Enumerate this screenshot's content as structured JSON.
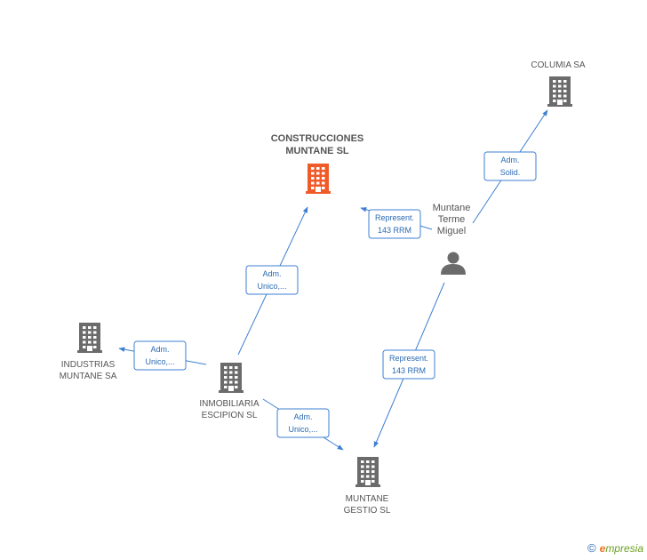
{
  "colors": {
    "edge": "#3d7fd1",
    "edge_label_border": "#3d7fd1",
    "edge_label_text": "#2a6ab3",
    "company_icon": "#6b6b6b",
    "main_company_icon": "#f05a28",
    "person_icon": "#6b6b6b",
    "node_label": "#555555"
  },
  "nodes": [
    {
      "id": "construcciones",
      "kind": "company-main",
      "icon": "building-icon",
      "label_lines": [
        "CONSTRUCCIONES",
        "MUNTANE SL"
      ]
    },
    {
      "id": "columia",
      "kind": "company",
      "icon": "building-icon",
      "label_lines": [
        "COLUMIA SA"
      ]
    },
    {
      "id": "muntane-person",
      "kind": "person",
      "icon": "person-icon",
      "label_lines": [
        "Muntane",
        "Terme",
        "Miguel"
      ]
    },
    {
      "id": "industrias",
      "kind": "company",
      "icon": "building-icon",
      "label_lines": [
        "INDUSTRIAS",
        "MUNTANE SA"
      ]
    },
    {
      "id": "inmobiliaria",
      "kind": "company",
      "icon": "building-icon",
      "label_lines": [
        "INMOBILIARIA",
        "ESCIPION SL"
      ]
    },
    {
      "id": "gestio",
      "kind": "company",
      "icon": "building-icon",
      "label_lines": [
        "MUNTANE",
        "GESTIO SL"
      ]
    }
  ],
  "edges": [
    {
      "from": "inmobiliaria",
      "to": "construcciones",
      "label_lines": [
        "Adm.",
        "Unico,..."
      ]
    },
    {
      "from": "inmobiliaria",
      "to": "industrias",
      "label_lines": [
        "Adm.",
        "Unico,..."
      ]
    },
    {
      "from": "inmobiliaria",
      "to": "gestio",
      "label_lines": [
        "Adm.",
        "Unico,..."
      ]
    },
    {
      "from": "muntane-person",
      "to": "construcciones",
      "label_lines": [
        "Represent.",
        "143 RRM"
      ]
    },
    {
      "from": "muntane-person",
      "to": "columia",
      "label_lines": [
        "Adm.",
        "Solid."
      ]
    },
    {
      "from": "muntane-person",
      "to": "gestio",
      "label_lines": [
        "Represent.",
        "143 RRM"
      ]
    }
  ],
  "brand": {
    "copyright": "©",
    "e_letter": "e",
    "rest": "mpresia"
  }
}
